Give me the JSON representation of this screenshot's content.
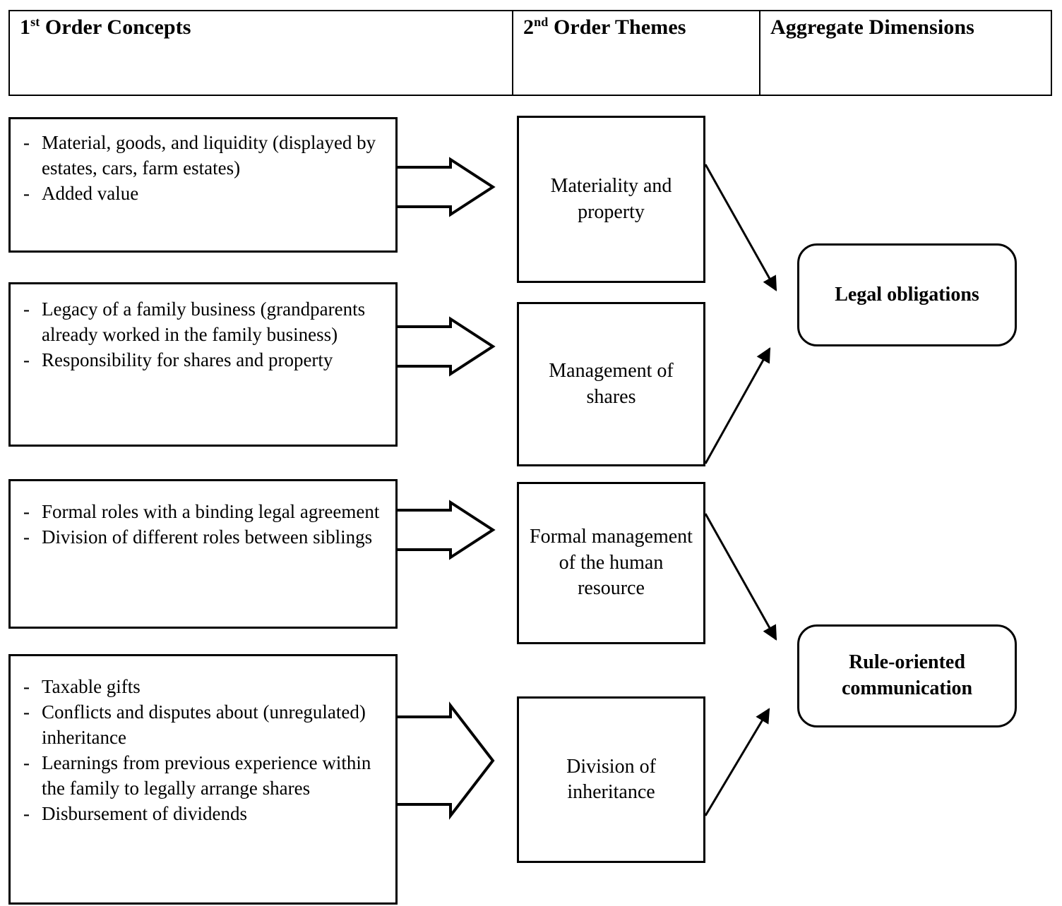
{
  "header": {
    "columns": [
      {
        "prefix": "1",
        "sup": "st",
        "rest": " Order Concepts"
      },
      {
        "prefix": "2",
        "sup": "nd",
        "rest": " Order Themes"
      },
      {
        "prefix": "",
        "sup": "",
        "rest": "Aggregate Dimensions"
      }
    ],
    "col1_label": "1st Order Concepts",
    "col2_label": "2nd Order Themes",
    "col3_label": "Aggregate Dimensions"
  },
  "first_order_concepts": [
    {
      "id": "concepts-materiality",
      "items": [
        "Material, goods, and liquidity (displayed by estates, cars, farm estates)",
        "Added value"
      ]
    },
    {
      "id": "concepts-shares",
      "items": [
        "Legacy of a family business (grandparents already worked in the family business)",
        "Responsibility for shares and property"
      ]
    },
    {
      "id": "concepts-roles",
      "items": [
        "Formal roles with a binding legal agreement",
        "Division of different roles between siblings"
      ]
    },
    {
      "id": "concepts-inheritance",
      "items": [
        "Taxable gifts",
        "Conflicts and disputes about (unregulated) inheritance",
        "Learnings from previous experience within the family to legally arrange shares",
        "Disbursement of dividends"
      ]
    }
  ],
  "bullet_marker": "-",
  "second_order_themes": [
    {
      "id": "theme-materiality",
      "label": "Materiality and property"
    },
    {
      "id": "theme-management-shares",
      "label": "Management of shares"
    },
    {
      "id": "theme-human-resource",
      "label": "Formal management of the human resource"
    },
    {
      "id": "theme-division-inheritance",
      "label": "Division of inheritance"
    }
  ],
  "aggregate_dimensions": [
    {
      "id": "dimension-legal-obligations",
      "label": "Legal obligations"
    },
    {
      "id": "dimension-rule-oriented-communication",
      "label": "Rule-oriented communication"
    }
  ],
  "colors": {
    "stroke": "#000000",
    "fill": "#ffffff",
    "header_rule": "#7a7a7a"
  },
  "chart_data": {
    "type": "diagram",
    "title": "Gioia data structure: 1st Order Concepts to 2nd Order Themes to Aggregate Dimensions",
    "columns": [
      "1st Order Concepts",
      "2nd Order Themes",
      "Aggregate Dimensions"
    ],
    "links": [
      {
        "from": "concepts-materiality",
        "to": "theme-materiality",
        "style": "block-arrow"
      },
      {
        "from": "concepts-shares",
        "to": "theme-management-shares",
        "style": "block-arrow"
      },
      {
        "from": "concepts-roles",
        "to": "theme-human-resource",
        "style": "block-arrow"
      },
      {
        "from": "concepts-inheritance",
        "to": "theme-division-inheritance",
        "style": "block-arrow"
      },
      {
        "from": "theme-materiality",
        "to": "dimension-legal-obligations",
        "style": "line-arrow"
      },
      {
        "from": "theme-management-shares",
        "to": "dimension-legal-obligations",
        "style": "line-arrow"
      },
      {
        "from": "theme-human-resource",
        "to": "dimension-rule-oriented-communication",
        "style": "line-arrow"
      },
      {
        "from": "theme-division-inheritance",
        "to": "dimension-rule-oriented-communication",
        "style": "line-arrow"
      }
    ]
  }
}
